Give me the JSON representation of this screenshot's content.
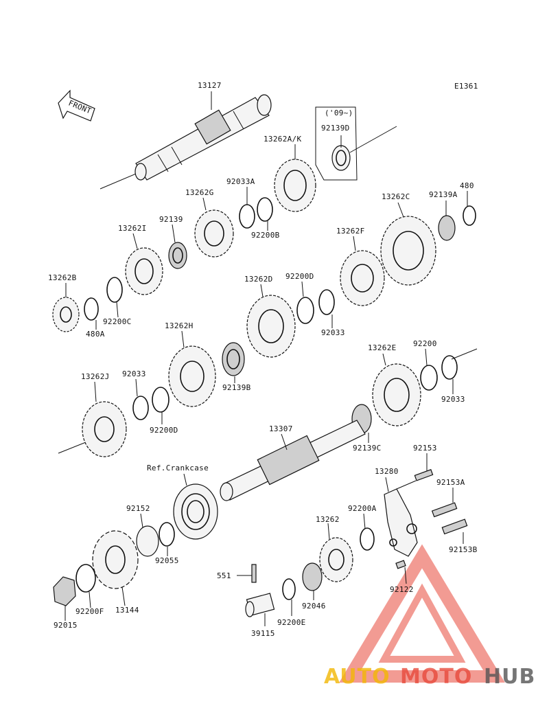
{
  "diagram": {
    "code": "E1361",
    "front_label": "FRONT",
    "ref_label": "Ref.Crankcase",
    "inset_note": "('09~)",
    "labels": {
      "13127": "13127",
      "13262AK": "13262A/K",
      "92139D": "92139D",
      "13262G": "13262G",
      "92033A": "92033A",
      "92200B": "92200B",
      "13262I": "13262I",
      "92139": "92139",
      "13262C": "13262C",
      "92139A": "92139A",
      "480": "480",
      "13262B": "13262B",
      "480A": "480A",
      "92200C": "92200C",
      "13262F": "13262F",
      "13262D": "13262D",
      "92200D_top": "92200D",
      "92033_mid": "92033",
      "13262H": "13262H",
      "92139B": "92139B",
      "13262E": "13262E",
      "92200": "92200",
      "92033_right": "92033",
      "13262J": "13262J",
      "92033_left": "92033",
      "92200D_left": "92200D",
      "13307": "13307",
      "92139C": "92139C",
      "92153": "92153",
      "13280": "13280",
      "92153A": "92153A",
      "92152": "92152",
      "92200A": "92200A",
      "13262": "13262",
      "92153B": "92153B",
      "92055": "92055",
      "551": "551",
      "92122": "92122",
      "92046": "92046",
      "92015": "92015",
      "92200F": "92200F",
      "13144": "13144",
      "39115": "39115",
      "92200E": "92200E"
    }
  },
  "watermark": {
    "part1": "AUTO",
    "part2": "MOTO",
    "part3": "HUB",
    "colors": {
      "auto": "#f2b705",
      "moto": "#e84a3c",
      "hub": "#555555",
      "triangle": "#e84a3c"
    }
  }
}
